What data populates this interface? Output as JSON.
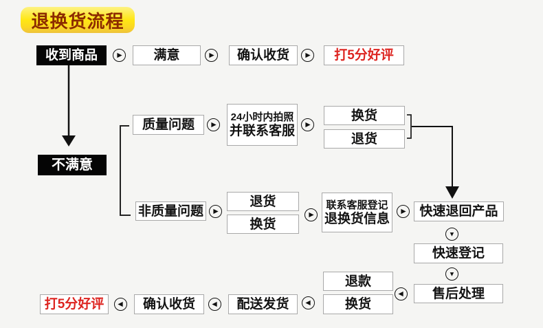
{
  "title": "退换货流程",
  "colors": {
    "background": "#f5f5f3",
    "badge_yellow": "#ffe714",
    "badge_text": "#8c2b00",
    "highlight_red": "#dd2420",
    "node_black_bg": "#050505",
    "node_border": "#a8a8a8"
  },
  "icons": {
    "arrow_right": "▶",
    "arrow_left": "◀",
    "arrow_down": "▼"
  },
  "nodes": {
    "received": "收到商品",
    "satisfied": "满意",
    "confirm_top": "确认收货",
    "five_star_top": "打5分好评",
    "unsatisfied": "不满意",
    "quality_issue": "质量问题",
    "photo24_line1": "24小时内拍照",
    "photo24_line2": "并联系客服",
    "exchange_quality": "换货",
    "return_quality": "退货",
    "non_quality_issue": "非质量问题",
    "return_nonquality": "退货",
    "exchange_nonquality": "换货",
    "contact_line1": "联系客服登记",
    "contact_line2": "退换货信息",
    "fast_return": "快速退回产品",
    "fast_register": "快速登记",
    "after_sale": "售后处理",
    "refund": "退款",
    "exchange_bottom": "换货",
    "delivery": "配送发货",
    "confirm_bottom": "确认收货",
    "five_star_bottom": "打5分好评"
  }
}
